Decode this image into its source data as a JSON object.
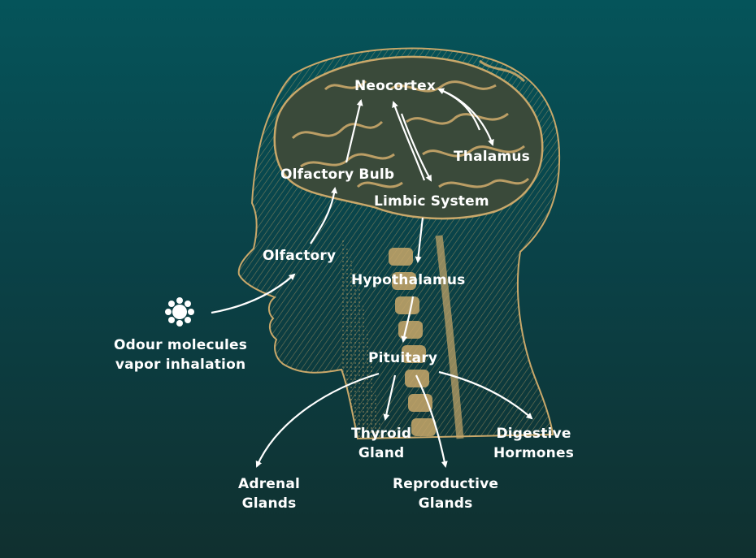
{
  "colors": {
    "background_top": "#05545a",
    "background_bottom": "#10302f",
    "illustration": "#c9a86a",
    "label": "#ffffff",
    "arrow": "#ffffff"
  },
  "icons": {
    "odour": "molecule-sun-icon"
  },
  "labels": {
    "neocortex": "Neocortex",
    "thalamus": "Thalamus",
    "olfactory_bulb": "Olfactory Bulb",
    "limbic_system": "Limbic System",
    "olfactory": "Olfactory",
    "hypothalamus": "Hypothalamus",
    "odour_line1": "Odour molecules",
    "odour_line2": "vapor inhalation",
    "pituitary": "Pituitary",
    "thyroid_line1": "Thyroid",
    "thyroid_line2": "Gland",
    "digestive_line1": "Digestive",
    "digestive_line2": "Hormones",
    "adrenal_line1": "Adrenal",
    "adrenal_line2": "Glands",
    "reproductive_line1": "Reproductive",
    "reproductive_line2": "Glands"
  }
}
